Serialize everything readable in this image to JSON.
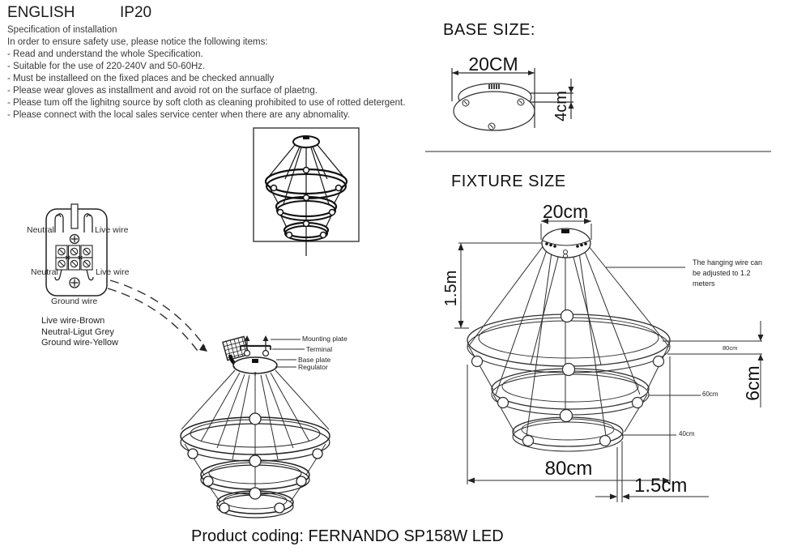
{
  "header": {
    "language": "ENGLISH",
    "ip_rating": "IP20"
  },
  "spec": {
    "title": "Specification of installation",
    "intro": "In order to ensure safety use, please notice the following items:",
    "items": [
      "- Read and understand the whole Specification.",
      "- Suitable for the use of 220-240V and 50-60Hz.",
      "- Must be installeed on the fixed places and be checked annually",
      "- Please wear gloves as installment and avoid rot on the surface of plaetng.",
      "- Please tum off the lighitng source by soft cloth as cleaning prohibited to use of rotted detergent.",
      "- Please connect with the local sales service center when there are any abnomality."
    ]
  },
  "base_size": {
    "title": "BASE SIZE:",
    "diameter": "20CM",
    "height": "4cm"
  },
  "fixture_size": {
    "title": "FIXTURE SIZE",
    "canopy_diameter": "20cm",
    "hanging_height": "1.5m",
    "ring_height": "6cm",
    "ring1_diameter": "80cm",
    "ring2_diameter": "60cm",
    "ring3_diameter": "40cm",
    "overall_diameter": "80cm",
    "ring_width": "1.5cm",
    "note": "The hanging wire can be adjusted to 1.2 meters"
  },
  "wiring": {
    "neutral_top": "Neutral",
    "live_top": "Live wire",
    "neutral_mid": "Neutral",
    "live_mid": "Live wire",
    "ground": "Ground wire",
    "colors": [
      "Live wire-Brown",
      "Neutral-Ligut Grey",
      "Ground wire-Yellow"
    ]
  },
  "installation": {
    "parts": [
      "Mounting plate",
      "Terminal",
      "Base plate",
      "Regulator"
    ]
  },
  "footer": {
    "product_coding": "Product coding: FERNANDO SP158W LED"
  }
}
